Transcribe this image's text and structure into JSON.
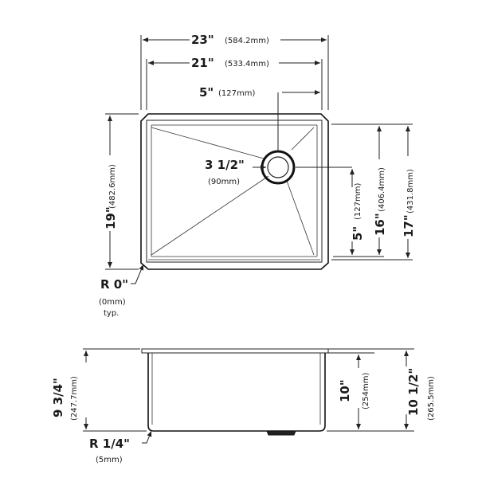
{
  "top_view": {
    "overall_width": {
      "in": "23\"",
      "mm": "(584.2mm)"
    },
    "bowl_width": {
      "in": "21\"",
      "mm": "(533.4mm)"
    },
    "drain_offset_x": {
      "in": "5\"",
      "mm": "(127mm)"
    },
    "drain_diameter": {
      "in": "3 1/2\"",
      "mm": "(90mm)"
    },
    "overall_depth": {
      "in": "19\"",
      "mm": "(482.6mm)"
    },
    "drain_offset_y": {
      "in": "5\"",
      "mm": "(127mm)"
    },
    "bowl_depth": {
      "in": "16\"",
      "mm": "(406.4mm)"
    },
    "outer_depth": {
      "in": "17\"",
      "mm": "(431.8mm)"
    },
    "corner_radius": {
      "in": "R 0\"",
      "mm": "(0mm)",
      "note": "typ."
    }
  },
  "side_view": {
    "overall_height": {
      "in": "9 3/4\"",
      "mm": "(247.7mm)"
    },
    "bowl_height": {
      "in": "10\"",
      "mm": "(254mm)"
    },
    "outer_height": {
      "in": "10 1/2\"",
      "mm": "(265.5mm)"
    },
    "bottom_radius": {
      "in": "R 1/4\"",
      "mm": "(5mm)"
    }
  }
}
